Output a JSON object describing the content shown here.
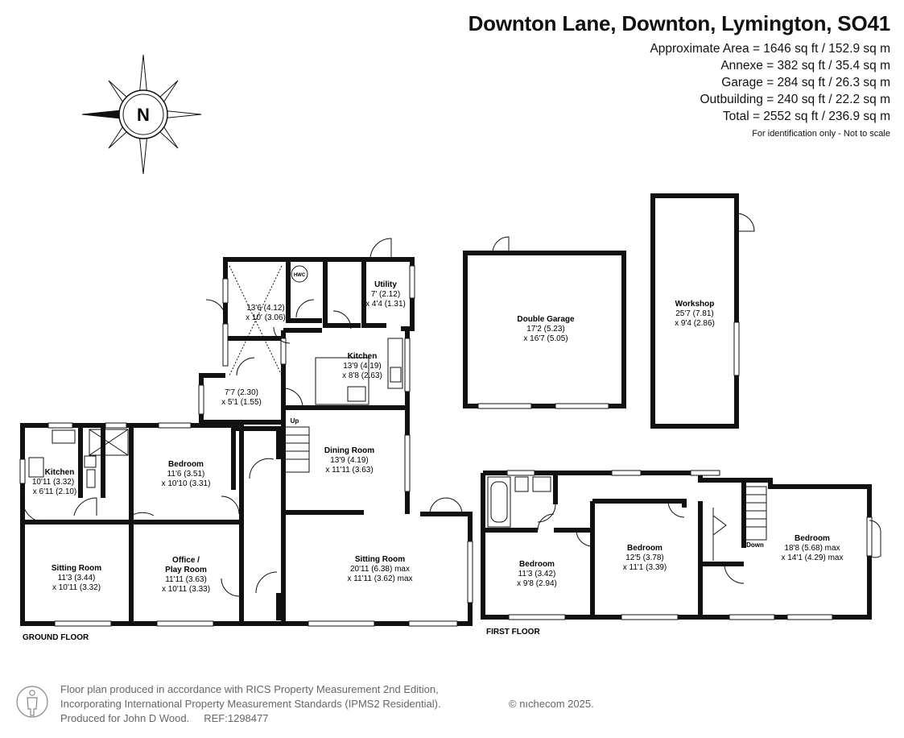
{
  "header": {
    "title": "Downton Lane, Downton, Lymington, SO41",
    "areas": [
      "Approximate Area = 1646 sq ft / 152.9 sq m",
      "Annexe = 382 sq ft / 35.4 sq m",
      "Garage = 284 sq ft / 26.3 sq m",
      "Outbuilding = 240 sq ft / 22.2 sq m",
      "Total = 2552 sq ft / 236.9 sq m"
    ],
    "note": "For identification only - Not to scale"
  },
  "compass": {
    "letter": "N",
    "icon": "compass-rose-icon"
  },
  "rooms": {
    "hall_small": {
      "dim1": "13'6 (4.12)",
      "dim2": "x 10' (3.06)"
    },
    "hwc": "HWC",
    "utility": {
      "name": "Utility",
      "dim1": "7' (2.12)",
      "dim2": "x 4'4 (1.31)"
    },
    "kitchen_main": {
      "name": "Kitchen",
      "dim1": "13'9 (4.19)",
      "dim2": "x 8'8 (2.63)"
    },
    "porch": {
      "dim1": "7'7 (2.30)",
      "dim2": "x 5'1 (1.55)"
    },
    "up": "Up",
    "dining": {
      "name": "Dining Room",
      "dim1": "13'9 (4.19)",
      "dim2": "x 11'11 (3.63)"
    },
    "kitchen_annexe": {
      "name": "Kitchen",
      "dim1": "10'11 (3.32)",
      "dim2": "x 6'11 (2.10)"
    },
    "bedroom_ground": {
      "name": "Bedroom",
      "dim1": "11'6 (3.51)",
      "dim2": "x 10'10 (3.31)"
    },
    "sitting_annexe": {
      "name": "Sitting Room",
      "dim1": "11'3 (3.44)",
      "dim2": "x 10'11 (3.32)"
    },
    "office": {
      "name1": "Office /",
      "name2": "Play Room",
      "dim1": "11'11 (3.63)",
      "dim2": "x 10'11 (3.33)"
    },
    "sitting_main": {
      "name": "Sitting Room",
      "dim1": "20'11 (6.38) max",
      "dim2": "x 11'11 (3.62) max"
    },
    "garage": {
      "name": "Double Garage",
      "dim1": "17'2 (5.23)",
      "dim2": "x 16'7 (5.05)"
    },
    "workshop": {
      "name": "Workshop",
      "dim1": "25'7 (7.81)",
      "dim2": "x 9'4 (2.86)"
    },
    "bedroom_f1": {
      "name": "Bedroom",
      "dim1": "11'3 (3.42)",
      "dim2": "x 9'8 (2.94)"
    },
    "bedroom_f2": {
      "name": "Bedroom",
      "dim1": "12'5 (3.78)",
      "dim2": "x 11'1 (3.39)"
    },
    "bedroom_f3": {
      "name": "Bedroom",
      "dim1": "18'8 (5.68) max",
      "dim2": "x 14'1 (4.29) max"
    },
    "down": "Down"
  },
  "floors": {
    "ground": "GROUND FLOOR",
    "first": "FIRST FLOOR"
  },
  "footer": {
    "line1": "Floor plan produced in accordance with RICS Property Measurement 2nd Edition,",
    "line2": "Incorporating International Property Measurement Standards (IPMS2 Residential).",
    "line3": "Produced for John D Wood.     REF:1298477",
    "brand": "© nıchecom 2025.",
    "icon": "person-silhouette-icon"
  }
}
